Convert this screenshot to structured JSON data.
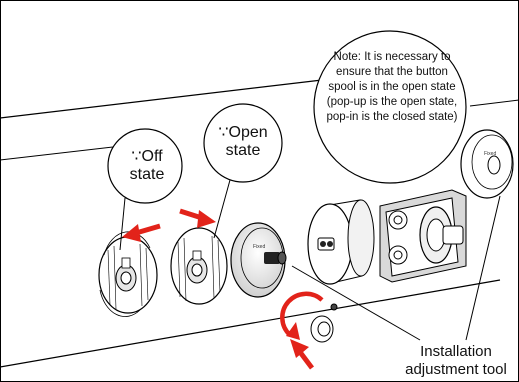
{
  "labels": {
    "note": "Note: It is necessary to ensure that the button spool is in the open state (pop-up is the open state, pop-in is the closed state)",
    "off_state": "∵Off state",
    "open_state": "∵Open state",
    "installation_tool": "Installation adjustment tool",
    "knob_text": "Fixed"
  },
  "colors": {
    "arrow": "#e2231a",
    "line": "#000000",
    "part_shade": "#d9d9d9"
  }
}
